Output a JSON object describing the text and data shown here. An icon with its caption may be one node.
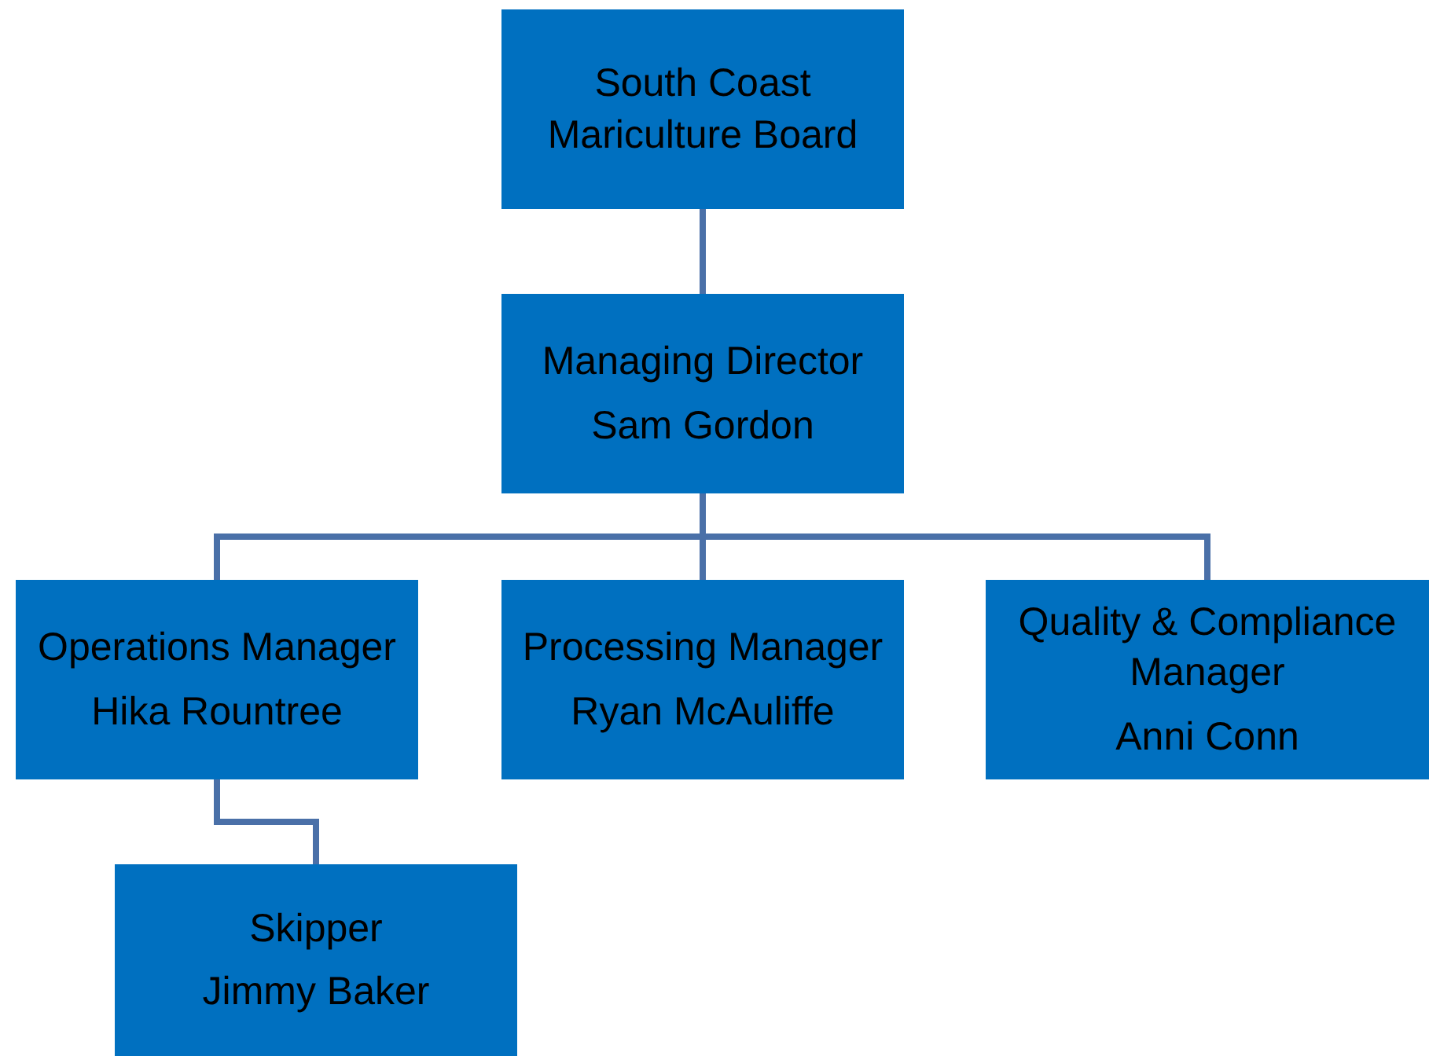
{
  "diagram": {
    "nodes": [
      {
        "text": [
          "South Coast Mariculture Board"
        ]
      },
      {
        "text": [
          "Managing Director",
          "Sam Gordon"
        ]
      },
      {
        "text": [
          "Operations Manager",
          "Hika Rountree"
        ]
      },
      {
        "text": [
          "Processing Manager",
          "Ryan McAuliffe"
        ]
      },
      {
        "text": [
          "Quality & Compliance Manager",
          "Anni Conn"
        ]
      },
      {
        "text": [
          "Skipper",
          "Jimmy Baker"
        ]
      }
    ],
    "edges": [
      {
        "from": 0,
        "to": 1,
        "arrow": "none"
      },
      {
        "from": 1,
        "to": 2,
        "arrow": "none"
      },
      {
        "from": 1,
        "to": 3,
        "arrow": "none"
      },
      {
        "from": 1,
        "to": 4,
        "arrow": "none"
      },
      {
        "from": 2,
        "to": 5,
        "arrow": "none"
      }
    ]
  }
}
